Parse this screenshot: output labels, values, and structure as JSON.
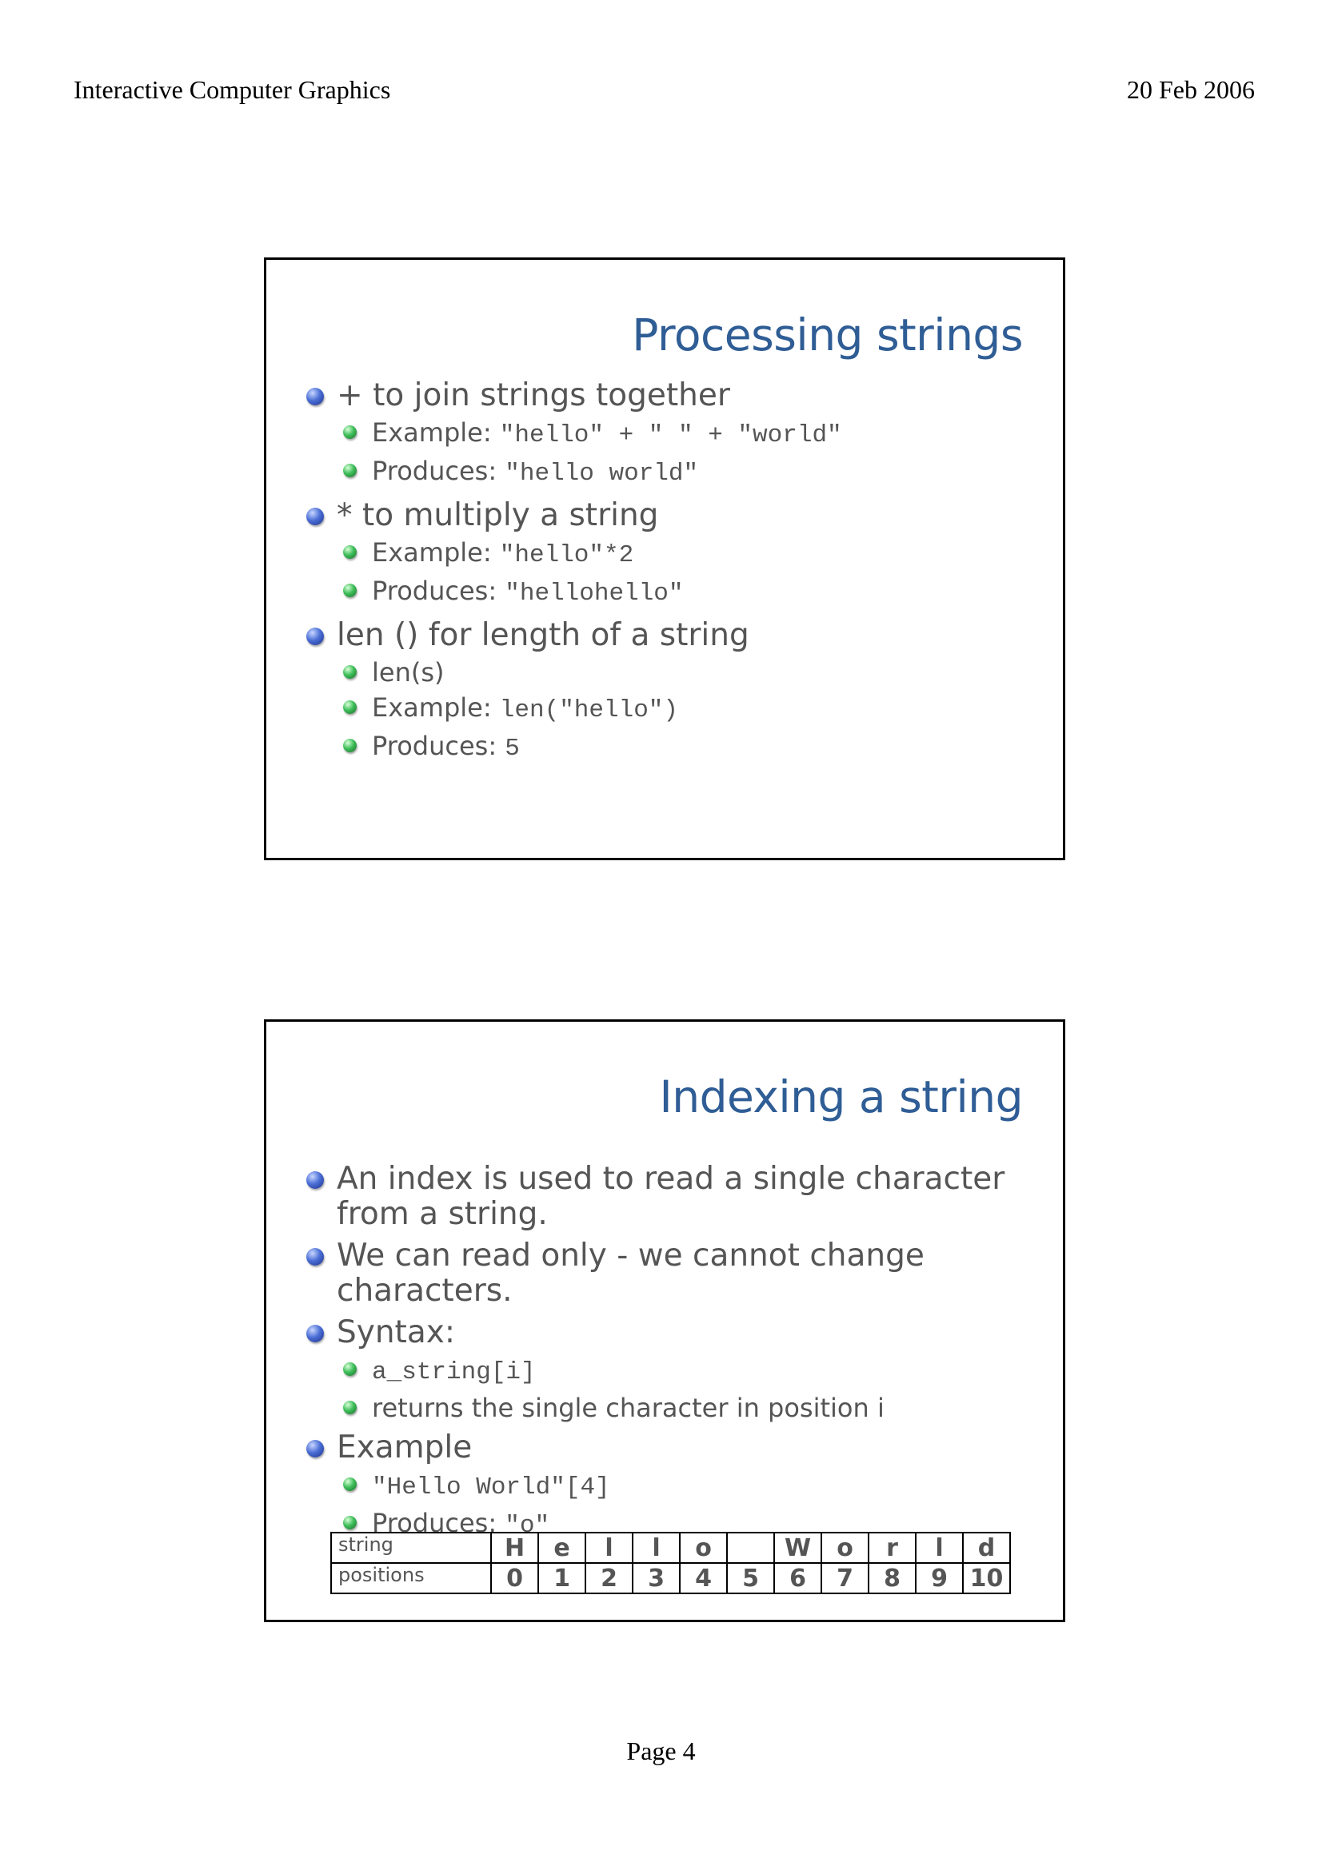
{
  "header": {
    "left": "Interactive Computer Graphics",
    "right": "20 Feb 2006"
  },
  "footer": {
    "page": "Page 4"
  },
  "slide1": {
    "title": "Processing strings",
    "items": [
      {
        "text": "+ to join strings together",
        "subs": [
          {
            "label": "Example: ",
            "code": "\"hello\" + \" \" + \"world\""
          },
          {
            "label": "Produces: ",
            "code": "\"hello world\""
          }
        ]
      },
      {
        "text": "* to multiply a string",
        "subs": [
          {
            "label": "Example: ",
            "code": "\"hello\"*2"
          },
          {
            "label": "Produces: ",
            "code": "\"hellohello\""
          }
        ]
      },
      {
        "text": "len () for length of a string",
        "subs": [
          {
            "label": "len(s)",
            "code": ""
          },
          {
            "label": "Example: ",
            "code": "len(\"hello\")"
          },
          {
            "label": "Produces: ",
            "code": "5"
          }
        ]
      }
    ]
  },
  "slide2": {
    "title": "Indexing a string",
    "items": [
      {
        "text": "An index is used to read a single character from a string.",
        "subs": []
      },
      {
        "text": "We can read only - we cannot change characters.",
        "subs": []
      },
      {
        "text": "Syntax:",
        "subs": [
          {
            "label": "",
            "code": "a_string[i]"
          },
          {
            "label": "returns the single character in position i",
            "code": ""
          }
        ]
      },
      {
        "text": "Example",
        "subs": [
          {
            "label": "",
            "code": "\"Hello World\"[4]"
          },
          {
            "label": "Produces: ",
            "code": "\"o\""
          }
        ]
      }
    ],
    "table": {
      "row_labels": [
        "string",
        "positions"
      ],
      "chars": [
        "H",
        "e",
        "l",
        "l",
        "o",
        "",
        "W",
        "o",
        "r",
        "l",
        "d"
      ],
      "positions": [
        "0",
        "1",
        "2",
        "3",
        "4",
        "5",
        "6",
        "7",
        "8",
        "9",
        "10"
      ]
    }
  }
}
